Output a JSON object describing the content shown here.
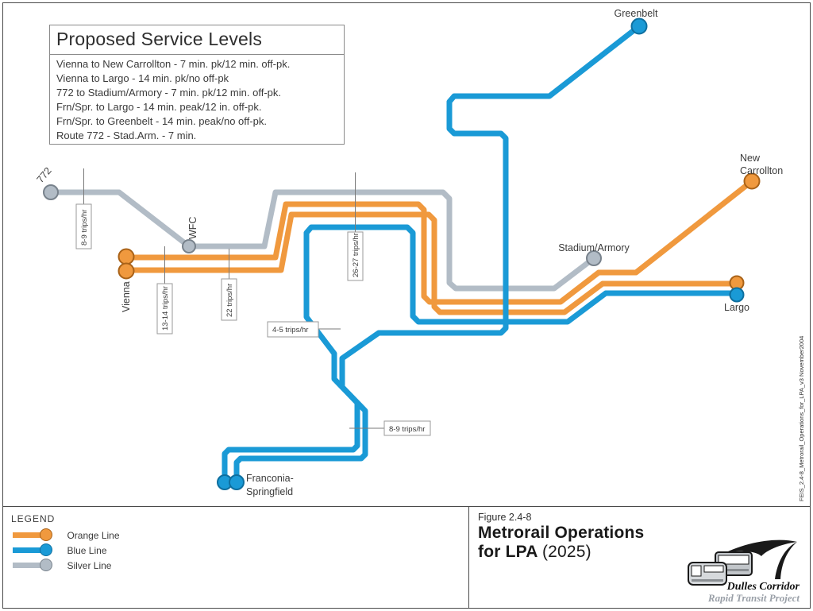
{
  "figure": {
    "service_box": {
      "title": "Proposed Service Levels",
      "items": [
        "Vienna to New Carrollton - 7 min. pk/12 min. off-pk.",
        "Vienna to Largo - 14 min. pk/no off-pk",
        "772 to Stadium/Armory - 7 min. pk/12 min. off-pk.",
        "Frn/Spr. to Largo - 14 min. peak/12 in. off-pk.",
        "Frn/Spr. to Greenbelt - 14 min. peak/no off-pk.",
        "Route 772 - Stad.Arm. - 7 min."
      ]
    },
    "stations": {
      "route_772": "772",
      "wfc": "WFC",
      "vienna": "Vienna",
      "greenbelt": "Greenbelt",
      "new_carrollton_line1": "New",
      "new_carrollton_line2": "Carrollton",
      "stadium_armory": "Stadium/Armory",
      "largo": "Largo",
      "franconia_line1": "Franconia-",
      "franconia_line2": "Springfield"
    },
    "frequencies": {
      "silver_west": "8-9 trips/hr",
      "orange_vienna": "13-14 trips/hr",
      "orange_east": "22 trips/hr",
      "core": "26-27 trips/hr",
      "blue_branch": "4-5 trips/hr",
      "blue_south": "8-9 trips/hr"
    },
    "side_note": "FEIS_2.4-8_Metrorail_Operations_for_LPA_v3  November2004",
    "colors": {
      "orange": "#F0993E",
      "blue": "#1A9AD6",
      "silver": "#B2BCC6"
    }
  },
  "legend": {
    "title": "LEGEND",
    "items": [
      {
        "label": "Orange Line",
        "color": "#F0993E"
      },
      {
        "label": "Blue Line",
        "color": "#1A9AD6"
      },
      {
        "label": "Silver Line",
        "color": "#B2BCC6"
      }
    ]
  },
  "title_block": {
    "figure_number": "Figure 2.4-8",
    "title_line1": "Metrorail Operations",
    "title_line2_bold": "for LPA",
    "title_line2_suffix": "(2025)"
  },
  "logo": {
    "name_line1": "Dulles Corridor",
    "name_line2": "Rapid Transit Project"
  }
}
